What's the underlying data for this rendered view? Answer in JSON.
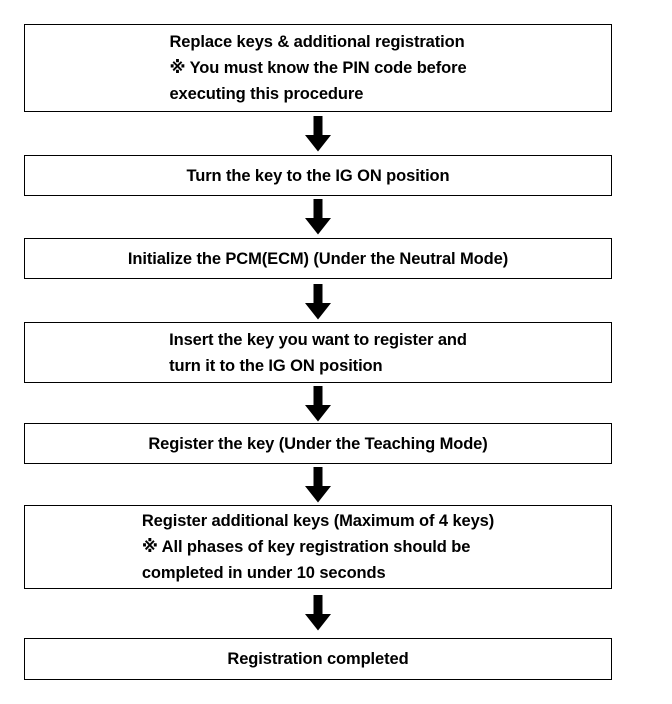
{
  "document": {
    "title": "Replace keys & additional registration procedure",
    "background_color": "#ffffff",
    "ink_color": "#000000"
  },
  "flowchart": {
    "type": "flowchart",
    "orientation": "top-to-bottom",
    "connector": "down-arrow",
    "steps": [
      {
        "id": "step-1",
        "index": 1,
        "align": "block-left",
        "text": "Replace keys & additional registration\n※ You must know the PIN code before\n    executing this procedure"
      },
      {
        "id": "step-2",
        "index": 2,
        "align": "center",
        "text": "Turn the key to the IG ON position"
      },
      {
        "id": "step-3",
        "index": 3,
        "align": "center",
        "text": "Initialize the PCM(ECM) (Under the Neutral Mode)"
      },
      {
        "id": "step-4",
        "index": 4,
        "align": "block-left",
        "text": "Insert the key you want to register and\nturn it to the IG ON position"
      },
      {
        "id": "step-5",
        "index": 5,
        "align": "center",
        "text": "Register the key (Under the Teaching Mode)"
      },
      {
        "id": "step-6",
        "index": 6,
        "align": "block-left",
        "text": "Register additional keys (Maximum of 4 keys)\n※ All phases of key registration should be\n    completed in under 10 seconds"
      },
      {
        "id": "step-7",
        "index": 7,
        "align": "center",
        "text": "Registration completed"
      }
    ],
    "arrows": [
      {
        "id": "arrow-1",
        "from": "step-1",
        "to": "step-2",
        "icon": "down-arrow-icon"
      },
      {
        "id": "arrow-2",
        "from": "step-2",
        "to": "step-3",
        "icon": "down-arrow-icon"
      },
      {
        "id": "arrow-3",
        "from": "step-3",
        "to": "step-4",
        "icon": "down-arrow-icon"
      },
      {
        "id": "arrow-4",
        "from": "step-4",
        "to": "step-5",
        "icon": "down-arrow-icon"
      },
      {
        "id": "arrow-5",
        "from": "step-5",
        "to": "step-6",
        "icon": "down-arrow-icon"
      },
      {
        "id": "arrow-6",
        "from": "step-6",
        "to": "step-7",
        "icon": "down-arrow-icon"
      }
    ]
  }
}
